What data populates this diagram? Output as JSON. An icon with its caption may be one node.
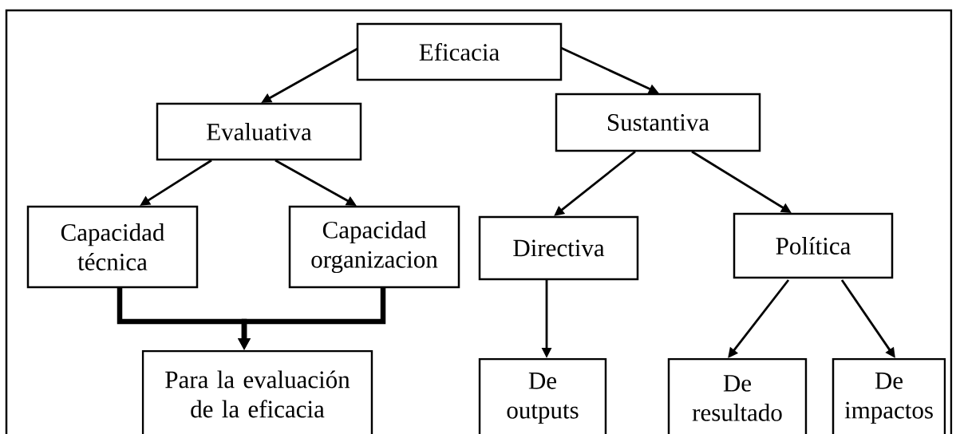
{
  "diagram": {
    "nodes": [
      {
        "text": [
          "Eficacia"
        ]
      },
      {
        "text": [
          "Evaluativa"
        ]
      },
      {
        "text": [
          "Sustantiva"
        ]
      },
      {
        "text": [
          "Capacidad técnica"
        ]
      },
      {
        "text": [
          "Capacidad organizacion"
        ]
      },
      {
        "text": [
          "Directiva"
        ]
      },
      {
        "text": [
          "Política"
        ]
      },
      {
        "text": [
          "Para la evaluación de la eficacia"
        ]
      },
      {
        "text": [
          "De outputs"
        ]
      },
      {
        "text": [
          "De resultado"
        ]
      },
      {
        "text": [
          "De impactos"
        ]
      }
    ],
    "edges": [
      {
        "from": 0,
        "to": 1,
        "arrow": "to"
      },
      {
        "from": 0,
        "to": 2,
        "arrow": "to"
      },
      {
        "from": 1,
        "to": 3,
        "arrow": "to"
      },
      {
        "from": 1,
        "to": 4,
        "arrow": "to"
      },
      {
        "from": 2,
        "to": 5,
        "arrow": "to"
      },
      {
        "from": 2,
        "to": 6,
        "arrow": "to"
      },
      {
        "from": 5,
        "to": 8,
        "arrow": "to"
      },
      {
        "from": 6,
        "to": 9,
        "arrow": "to"
      },
      {
        "from": 6,
        "to": 10,
        "arrow": "to"
      },
      {
        "from": 3,
        "to": 7,
        "arrow": "to",
        "style": "thick"
      },
      {
        "from": 4,
        "to": 7,
        "arrow": "to",
        "style": "thick"
      }
    ]
  }
}
